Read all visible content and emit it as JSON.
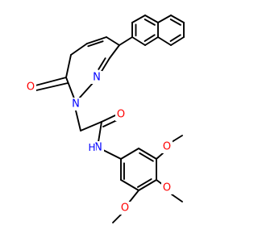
{
  "colors": {
    "bond": "#000000",
    "oxygen": "#ff0000",
    "nitrogen": "#0000ff",
    "background": "#ffffff"
  },
  "atom_labels": {
    "carbonyl_o1": "O",
    "ring_n1": "N",
    "ring_n2": "N",
    "amide_o": "O",
    "amide_nh": "N",
    "amide_h": "H",
    "ome_o1": "O",
    "ome_o2": "O",
    "ome_o3": "O"
  }
}
